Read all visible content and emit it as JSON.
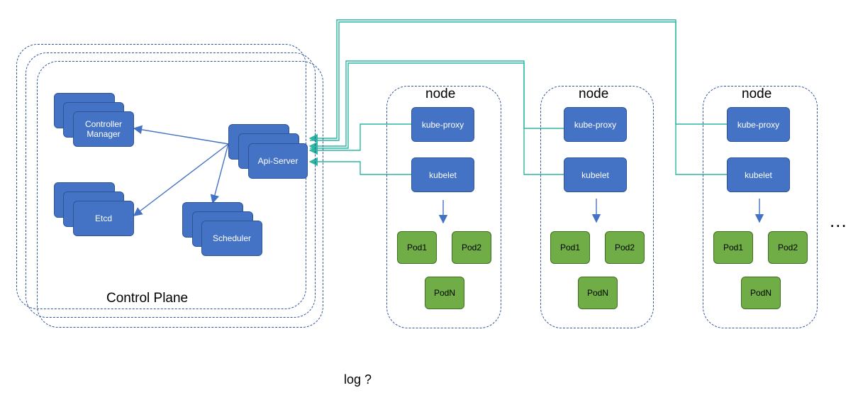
{
  "colors": {
    "component_fill": "#4472c4",
    "pod_fill": "#70ad47",
    "frame_border": "#2f5597",
    "link_teal": "#2db7a2",
    "arrow_blue": "#4472c4"
  },
  "control_plane": {
    "label": "Control Plane",
    "controller_manager": "Controller Manager",
    "etcd": "Etcd",
    "scheduler": "Scheduler",
    "api_server": "Api-Server"
  },
  "nodes": [
    {
      "label": "node",
      "kube_proxy": "kube-proxy",
      "kubelet": "kubelet",
      "pods": [
        "Pod1",
        "Pod2",
        "PodN"
      ]
    },
    {
      "label": "node",
      "kube_proxy": "kube-proxy",
      "kubelet": "kubelet",
      "pods": [
        "Pod1",
        "Pod2",
        "PodN"
      ]
    },
    {
      "label": "node",
      "kube_proxy": "kube-proxy",
      "kubelet": "kubelet",
      "pods": [
        "Pod1",
        "Pod2",
        "PodN"
      ]
    }
  ],
  "more_nodes": "...",
  "footer_text": "log ?"
}
